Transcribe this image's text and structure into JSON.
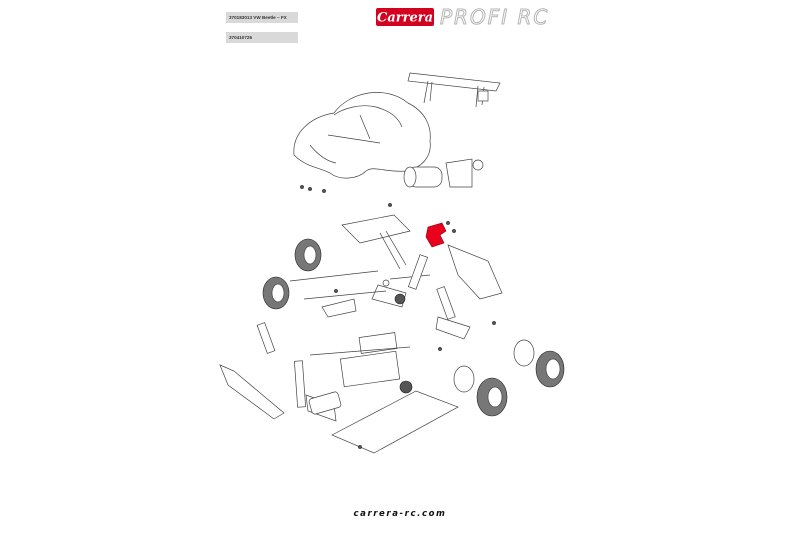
{
  "header": {
    "product_label": "370183013 VW Beetle – FX",
    "part_number": "370410726"
  },
  "logo": {
    "brand": "Carrera",
    "series": "PROFI RC",
    "brand_color": "#d4001f",
    "series_color": "#b5b5b5"
  },
  "footer": {
    "website": "carrera-rc.com"
  },
  "diagram": {
    "highlight_color": "#e8001c"
  }
}
